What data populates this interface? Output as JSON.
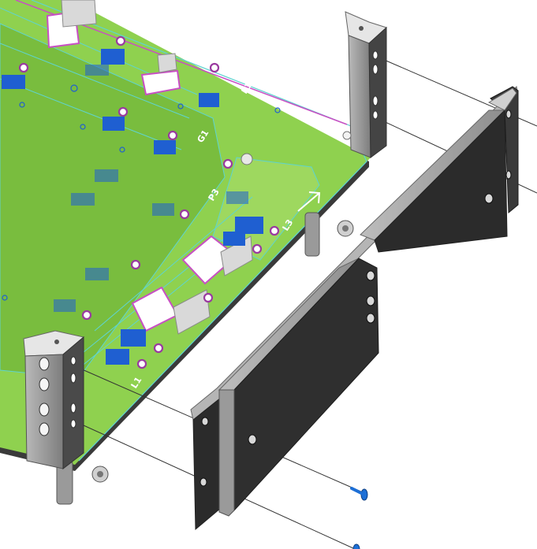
{
  "board_labels": {
    "label_1": "L1",
    "label_2": "G1",
    "label_3": "P3",
    "label_4": "L3",
    "label_5": "L1"
  },
  "colors": {
    "pcb": "#8fd14f",
    "pcb_dark": "#79bd3e",
    "trace": "#5fd4d0",
    "outline": "#c84fc4",
    "via": "#9a3aa0",
    "pad_blue": "#1f5fd1",
    "board_edge": "#3a3a3a",
    "bar_dark": "#2b2b2b",
    "bar_light": "#a8a8a8",
    "screw": "#1d6fd6"
  },
  "icons": {
    "bracket": "corner-bracket-icon",
    "screw": "screw-icon",
    "arrow": "direction-arrow-icon"
  }
}
